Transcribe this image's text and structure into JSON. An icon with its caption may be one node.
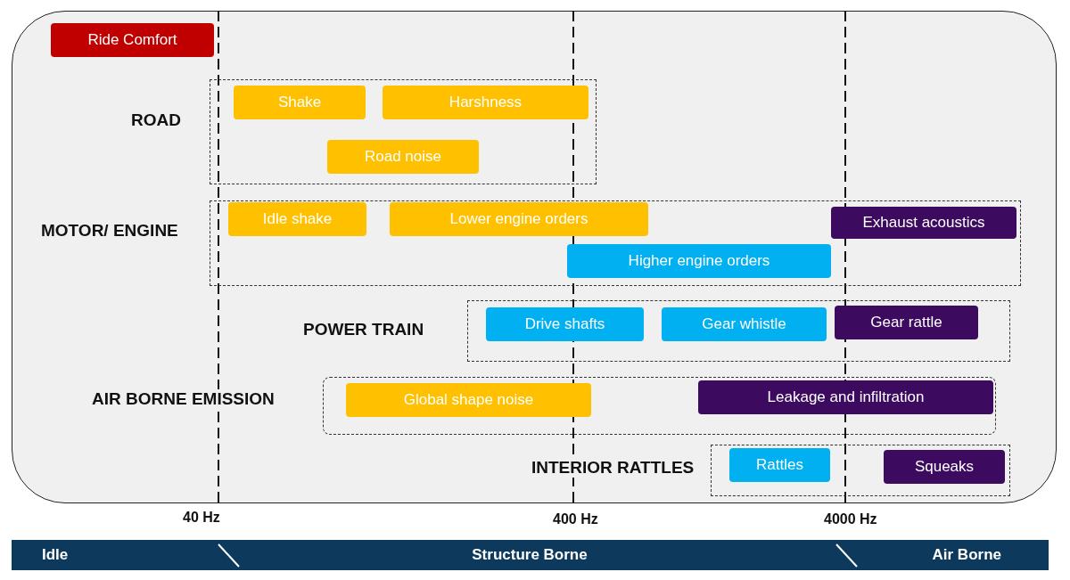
{
  "diagram": {
    "nodes": [
      {
        "text": [
          "Ride Comfort"
        ]
      },
      {
        "text": [
          "ROAD"
        ]
      },
      {
        "text": [
          "Shake"
        ],
        "in": 1
      },
      {
        "text": [
          "Harshness"
        ],
        "in": 1
      },
      {
        "text": [
          "Road noise"
        ],
        "in": 1
      },
      {
        "text": [
          "MOTOR/ ENGINE"
        ]
      },
      {
        "text": [
          "Idle shake"
        ],
        "in": 5
      },
      {
        "text": [
          "Lower engine orders"
        ],
        "in": 5
      },
      {
        "text": [
          "Exhaust acoustics"
        ],
        "in": 5
      },
      {
        "text": [
          "Higher engine orders"
        ],
        "in": 5
      },
      {
        "text": [
          "POWER TRAIN"
        ]
      },
      {
        "text": [
          "Drive shafts"
        ],
        "in": 10
      },
      {
        "text": [
          "Gear whistle"
        ],
        "in": 10
      },
      {
        "text": [
          "Gear rattle"
        ],
        "in": 10
      },
      {
        "text": [
          "AIR BORNE EMISSION"
        ]
      },
      {
        "text": [
          "Global shape noise"
        ],
        "in": 14
      },
      {
        "text": [
          "Leakage and infiltration"
        ],
        "in": 14
      },
      {
        "text": [
          "INTERIOR RATTLES"
        ]
      },
      {
        "text": [
          "Rattles"
        ],
        "in": 17
      },
      {
        "text": [
          "Squeaks"
        ],
        "in": 17
      },
      {
        "text": [
          "Idle",
          "Structure Borne",
          "Air Borne"
        ]
      }
    ],
    "edges": [],
    "labels": [
      "40 Hz",
      "400 Hz",
      "4000 Hz"
    ]
  }
}
